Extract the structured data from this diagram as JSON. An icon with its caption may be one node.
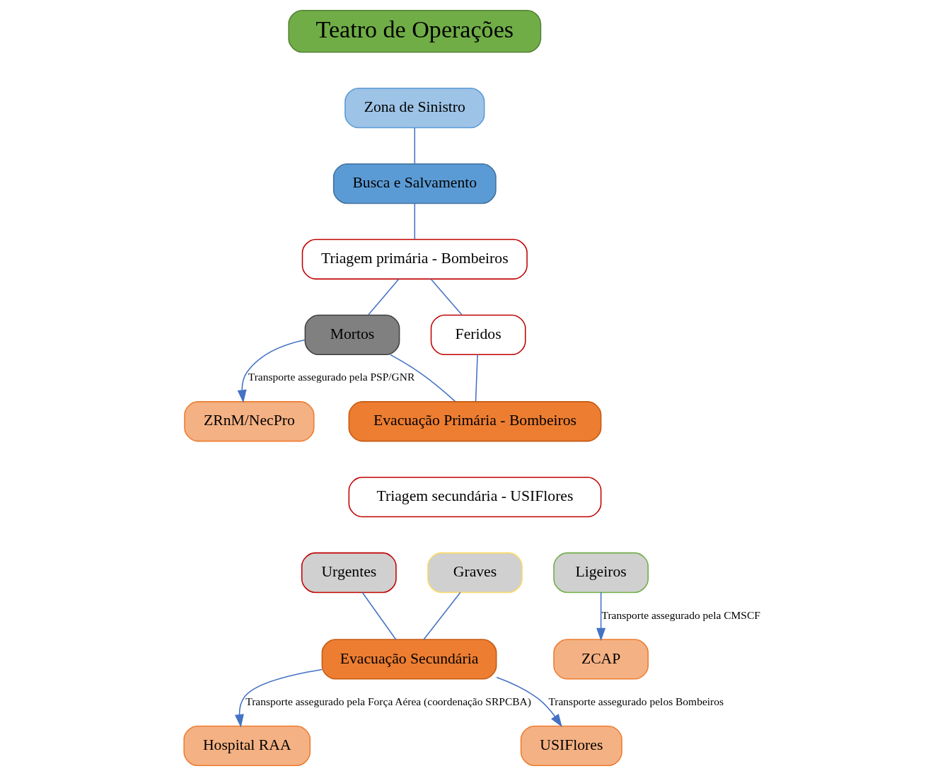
{
  "diagram": {
    "nodes": [
      {
        "text": [
          "Teatro de Operações"
        ]
      },
      {
        "text": [
          "Zona de Sinistro"
        ]
      },
      {
        "text": [
          "Busca e Salvamento"
        ]
      },
      {
        "text": [
          "Triagem primária - Bombeiros"
        ]
      },
      {
        "text": [
          "Mortos"
        ]
      },
      {
        "text": [
          "Feridos"
        ]
      },
      {
        "text": [
          "ZRnM/NecPro"
        ]
      },
      {
        "text": [
          "Evacuação Primária - Bombeiros"
        ]
      },
      {
        "text": [
          "Triagem secundária - USIFlores"
        ]
      },
      {
        "text": [
          "Urgentes"
        ]
      },
      {
        "text": [
          "Graves"
        ]
      },
      {
        "text": [
          "Ligeiros"
        ]
      },
      {
        "text": [
          "Evacuação Secundária"
        ]
      },
      {
        "text": [
          "ZCAP"
        ]
      },
      {
        "text": [
          "Hospital RAA"
        ]
      },
      {
        "text": [
          "USIFlores"
        ]
      }
    ],
    "edges": [
      {
        "from": 1,
        "to": 2,
        "arrow": "none"
      },
      {
        "from": 2,
        "to": 3,
        "arrow": "none"
      },
      {
        "from": 3,
        "to": 4,
        "arrow": "none"
      },
      {
        "from": 3,
        "to": 5,
        "arrow": "none"
      },
      {
        "from": 4,
        "to": 6,
        "arrow": "to",
        "label": "Transporte assegurado pela PSP/GNR"
      },
      {
        "from": 4,
        "to": 7,
        "arrow": "none"
      },
      {
        "from": 5,
        "to": 7,
        "arrow": "none"
      },
      {
        "from": 9,
        "to": 12,
        "arrow": "none"
      },
      {
        "from": 10,
        "to": 12,
        "arrow": "none"
      },
      {
        "from": 11,
        "to": 13,
        "arrow": "to",
        "label": "Transporte assegurado pela CMSCF"
      },
      {
        "from": 12,
        "to": 14,
        "arrow": "to",
        "label": "Transporte assegurado pela Força Aérea (coordenação SRPCBA)"
      },
      {
        "from": 12,
        "to": 15,
        "arrow": "to",
        "label": "Transporte assegurado pelos Bombeiros"
      }
    ]
  }
}
